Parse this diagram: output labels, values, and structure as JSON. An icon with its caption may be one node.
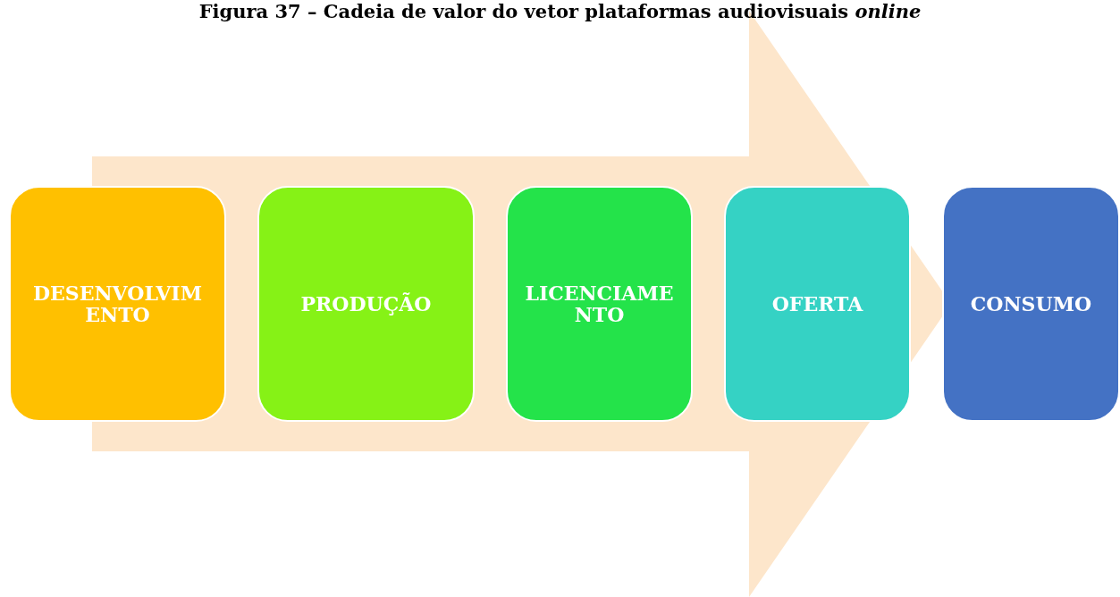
{
  "diagram": {
    "title": "Figura 37 – Cadeia de valor do vetor plataformas audiovisuais *online*",
    "nodes": [
      {
        "text": [
          "DESENVOLVIMENTO"
        ]
      },
      {
        "text": [
          "PRODUÇÃO"
        ]
      },
      {
        "text": [
          "LICENCIAMENTO"
        ]
      },
      {
        "text": [
          "OFERTA"
        ]
      },
      {
        "text": [
          "CONSUMO"
        ]
      }
    ],
    "edges": [
      {
        "from": 0,
        "to": 4,
        "arrow": "to"
      }
    ]
  }
}
